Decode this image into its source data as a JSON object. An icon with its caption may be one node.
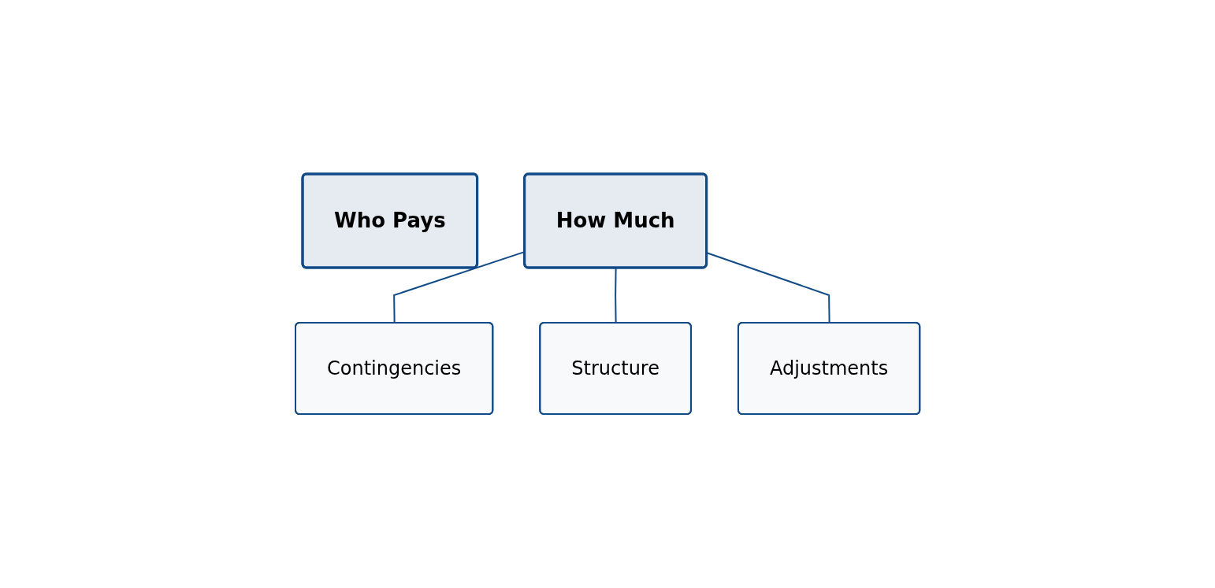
{
  "diagram": {
    "nodes": [
      {
        "text": [
          "Who Pays"
        ]
      },
      {
        "text": [
          "How Much"
        ]
      },
      {
        "text": [
          "Contingencies"
        ]
      },
      {
        "text": [
          "Structure"
        ]
      },
      {
        "text": [
          "Adjustments"
        ]
      }
    ],
    "edges": [
      {
        "from": 1,
        "to": 2,
        "arrow": "none"
      },
      {
        "from": 1,
        "to": 3,
        "arrow": "none"
      },
      {
        "from": 1,
        "to": 4,
        "arrow": "none"
      }
    ]
  }
}
